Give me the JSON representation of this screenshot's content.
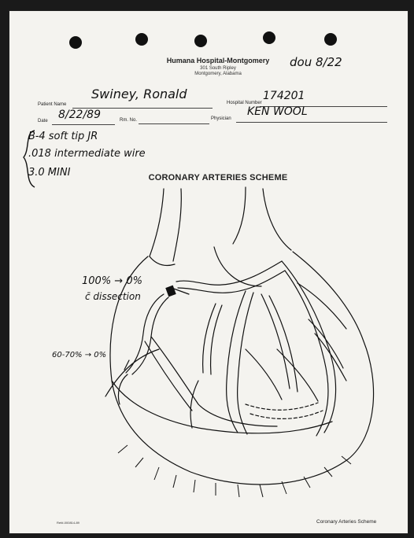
{
  "header": {
    "hospital_name": "Humana Hospital-Montgomery",
    "address_line1": "301 South Ripley",
    "address_line2": "Montgomery, Alabama",
    "corner_note": "dou 8/22"
  },
  "form": {
    "patient_name_label": "Patient Name",
    "patient_name_value": "Swiney, Ronald",
    "hospital_number_label": "Hospital Number",
    "hospital_number_value": "174201",
    "date_label": "Date",
    "date_value": "8/22/89",
    "room_label": "Rm. No.",
    "physician_label": "Physician",
    "physician_value": "KEN WOOL"
  },
  "notes": {
    "line1": "B-4 soft tip JR",
    "line2": ".018 intermediate wire",
    "line3": "3.0 MINI"
  },
  "scheme_title": "CORONARY ARTERIES SCHEME",
  "annotations": {
    "upper_note_line1": "100% → 0%",
    "upper_note_line2": "c̄ dissection",
    "lower_note": "60-70% → 0%"
  },
  "footer": {
    "form_code": "Ref#-000814-89",
    "caption": "Coronary Arteries Scheme"
  }
}
